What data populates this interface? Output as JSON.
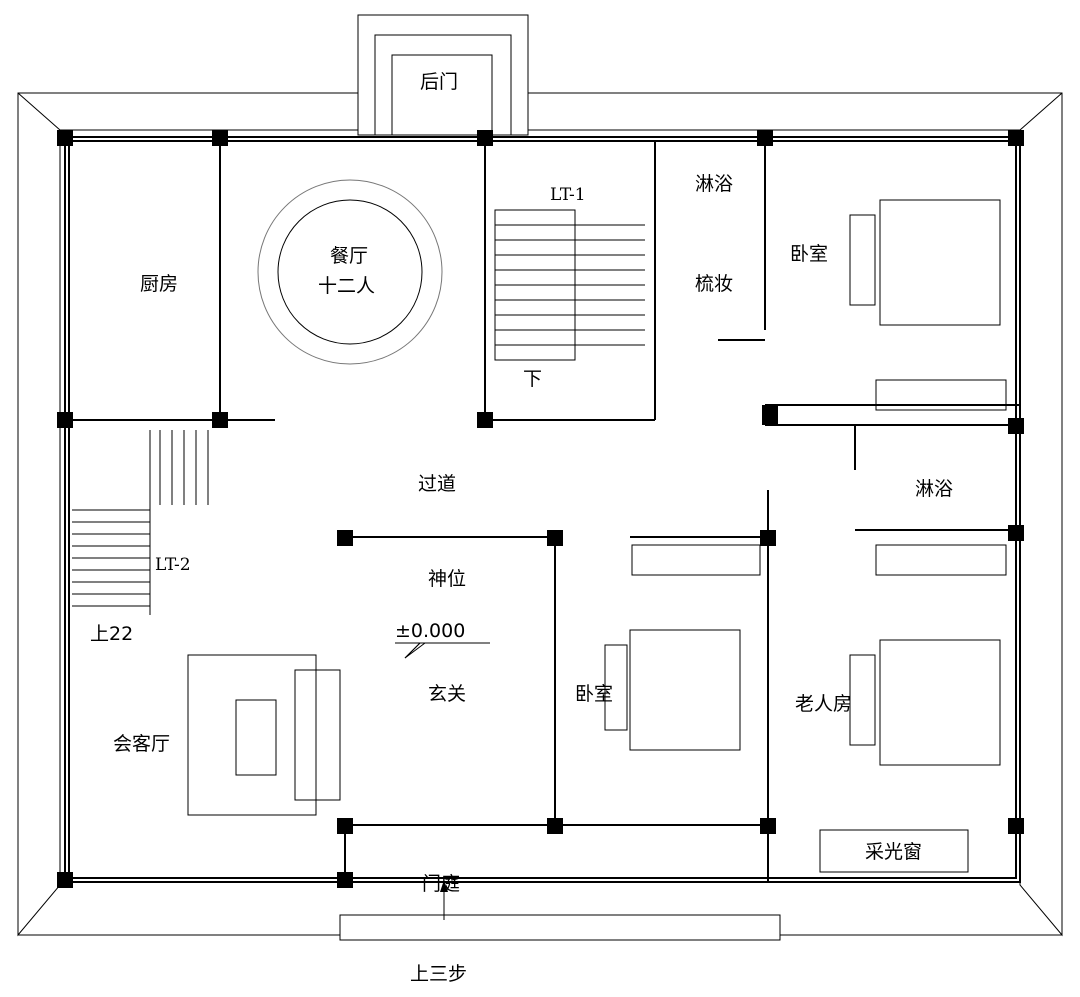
{
  "title": "一层平面图",
  "rooms": {
    "back_door": "后门",
    "kitchen": "厨房",
    "dining_1": "餐厅",
    "dining_2": "十二人",
    "stair1": "LT-1",
    "stair1_down": "下",
    "shower1": "淋浴",
    "vanity": "梳妆",
    "bedroom1": "卧室",
    "corridor": "过道",
    "stair2": "LT-2",
    "stair2_up": "上22",
    "shrine": "神位",
    "elevation": "±0.000",
    "foyer": "玄关",
    "living": "会客厅",
    "bedroom2": "卧室",
    "elder_room": "老人房",
    "shower2": "淋浴",
    "skylight_window": "采光窗",
    "porch": "门庭",
    "steps": "上三步"
  }
}
